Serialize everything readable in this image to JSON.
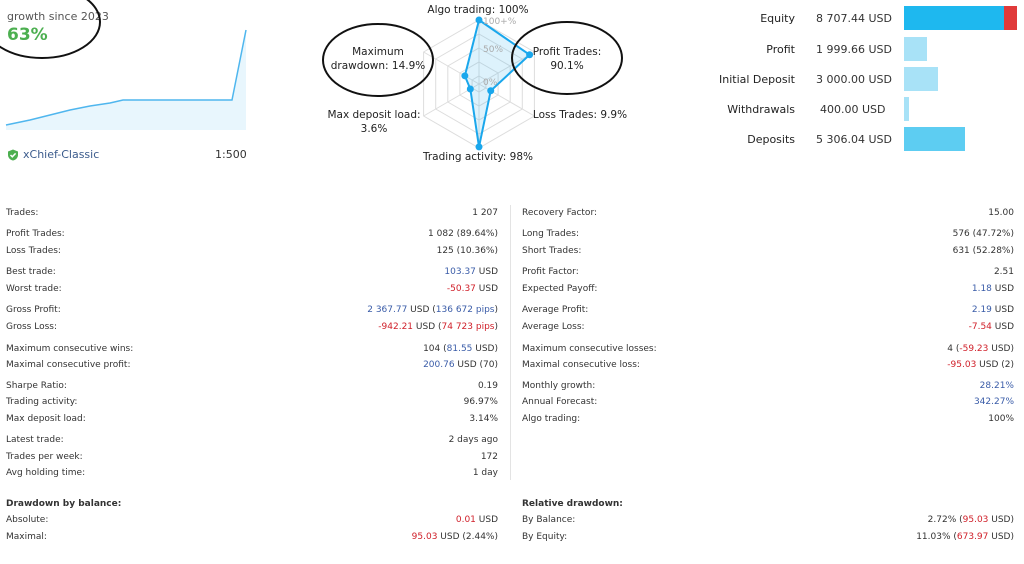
{
  "growth": {
    "label": "growth since 2023",
    "value": "63%"
  },
  "account": {
    "broker": "xChief-Classic",
    "leverage": "1:500"
  },
  "radar": {
    "ring_labels": [
      "100+%",
      "50%",
      "0%"
    ],
    "axes": [
      {
        "label": "Algo trading: 100%",
        "value": 100
      },
      {
        "label": "Profit Trades:\n90.1%",
        "value": 90.1
      },
      {
        "label": "Loss Trades: 9.9%",
        "value": 9.9
      },
      {
        "label": "Trading activity: 98%",
        "value": 98
      },
      {
        "label": "Max deposit load:\n3.6%",
        "value": 3.6
      },
      {
        "label": "Maximum\ndrawdown: 14.9%",
        "value": 14.9
      }
    ]
  },
  "summary": [
    {
      "label": "Equity",
      "value": "8 707.44 USD",
      "amount": 8707.44,
      "color": "#1eb8ef",
      "extra": 1150,
      "extra_color": "#e03a3a"
    },
    {
      "label": "Profit",
      "value": "1 999.66 USD",
      "amount": 1999.66,
      "color": "#a8e2f7"
    },
    {
      "label": "Initial Deposit",
      "value": "3 000.00 USD",
      "amount": 3000,
      "color": "#a8e2f7"
    },
    {
      "label": "Withdrawals",
      "value": "400.00 USD",
      "amount": 400,
      "color": "#a8e2f7"
    },
    {
      "label": "Deposits",
      "value": "5 306.04 USD",
      "amount": 5306.04,
      "color": "#5dcdf2"
    }
  ],
  "left_stats": [
    {
      "label": "Trades:",
      "v": [
        [
          "1 207",
          "dark"
        ]
      ]
    },
    {
      "label": "Profit Trades:",
      "v": [
        [
          "1 082 (89.64%)",
          "dark"
        ]
      ]
    },
    {
      "label": "Loss Trades:",
      "v": [
        [
          "125 (10.36%)",
          "dark"
        ]
      ]
    },
    {
      "label": "Best trade:",
      "v": [
        [
          "103.37",
          "blue"
        ],
        [
          " USD",
          "dark"
        ]
      ]
    },
    {
      "label": "Worst trade:",
      "v": [
        [
          "-50.37",
          "red"
        ],
        [
          " USD",
          "dark"
        ]
      ]
    },
    {
      "label": "Gross Profit:",
      "v": [
        [
          "2 367.77",
          "blue"
        ],
        [
          " USD (",
          "dark"
        ],
        [
          "136 672 pips",
          "blue"
        ],
        [
          ")",
          "dark"
        ]
      ]
    },
    {
      "label": "Gross Loss:",
      "v": [
        [
          "-942.21",
          "red"
        ],
        [
          " USD (",
          "dark"
        ],
        [
          "74 723 pips",
          "red"
        ],
        [
          ")",
          "dark"
        ]
      ]
    },
    {
      "label": "Maximum consecutive wins:",
      "v": [
        [
          "104 (",
          "dark"
        ],
        [
          "81.55",
          "blue"
        ],
        [
          " USD)",
          "dark"
        ]
      ]
    },
    {
      "label": "Maximal consecutive profit:",
      "v": [
        [
          "200.76",
          "blue"
        ],
        [
          " USD (70)",
          "dark"
        ]
      ]
    },
    {
      "label": "Sharpe Ratio:",
      "v": [
        [
          "0.19",
          "dark"
        ]
      ]
    },
    {
      "label": "Trading activity:",
      "v": [
        [
          "96.97%",
          "dark"
        ]
      ]
    },
    {
      "label": "Max deposit load:",
      "v": [
        [
          "3.14%",
          "dark"
        ]
      ]
    },
    {
      "label": "Latest trade:",
      "v": [
        [
          "2 days ago",
          "dark"
        ]
      ]
    },
    {
      "label": "Trades per week:",
      "v": [
        [
          "172",
          "dark"
        ]
      ]
    },
    {
      "label": "Avg holding time:",
      "v": [
        [
          "1 day",
          "dark"
        ]
      ]
    },
    {
      "label": "Drawdown by balance:",
      "v": [],
      "header": true
    },
    {
      "label": "Absolute:",
      "v": [
        [
          "0.01",
          "red"
        ],
        [
          " USD",
          "dark"
        ]
      ]
    },
    {
      "label": "Maximal:",
      "v": [
        [
          "95.03",
          "red"
        ],
        [
          " USD (2.44%)",
          "dark"
        ]
      ]
    }
  ],
  "right_stats": [
    {
      "label": "Recovery Factor:",
      "v": [
        [
          "15.00",
          "dark"
        ]
      ]
    },
    {
      "label": "Long Trades:",
      "v": [
        [
          "576 (47.72%)",
          "dark"
        ]
      ]
    },
    {
      "label": "Short Trades:",
      "v": [
        [
          "631 (52.28%)",
          "dark"
        ]
      ]
    },
    {
      "label": "Profit Factor:",
      "v": [
        [
          "2.51",
          "dark"
        ]
      ]
    },
    {
      "label": "Expected Payoff:",
      "v": [
        [
          "1.18",
          "blue"
        ],
        [
          " USD",
          "dark"
        ]
      ]
    },
    {
      "label": "Average Profit:",
      "v": [
        [
          "2.19",
          "blue"
        ],
        [
          " USD",
          "dark"
        ]
      ]
    },
    {
      "label": "Average Loss:",
      "v": [
        [
          "-7.54",
          "red"
        ],
        [
          " USD",
          "dark"
        ]
      ]
    },
    {
      "label": "Maximum consecutive losses:",
      "v": [
        [
          "4 (",
          "dark"
        ],
        [
          "-59.23",
          "red"
        ],
        [
          " USD)",
          "dark"
        ]
      ]
    },
    {
      "label": "Maximal consecutive loss:",
      "v": [
        [
          "-95.03",
          "red"
        ],
        [
          " USD (2)",
          "dark"
        ]
      ]
    },
    {
      "label": "Monthly growth:",
      "v": [
        [
          "28.21%",
          "blue"
        ]
      ]
    },
    {
      "label": "Annual Forecast:",
      "v": [
        [
          "342.27%",
          "blue"
        ]
      ]
    },
    {
      "label": "Algo trading:",
      "v": [
        [
          "100%",
          "dark"
        ]
      ]
    },
    {
      "label": "Relative drawdown:",
      "v": [],
      "header": true
    },
    {
      "label": "By Balance:",
      "v": [
        [
          "2.72% (",
          "dark"
        ],
        [
          "95.03",
          "red"
        ],
        [
          " USD)",
          "dark"
        ]
      ]
    },
    {
      "label": "By Equity:",
      "v": [
        [
          "11.03% (",
          "dark"
        ],
        [
          "673.97",
          "red"
        ],
        [
          " USD)",
          "dark"
        ]
      ]
    }
  ]
}
